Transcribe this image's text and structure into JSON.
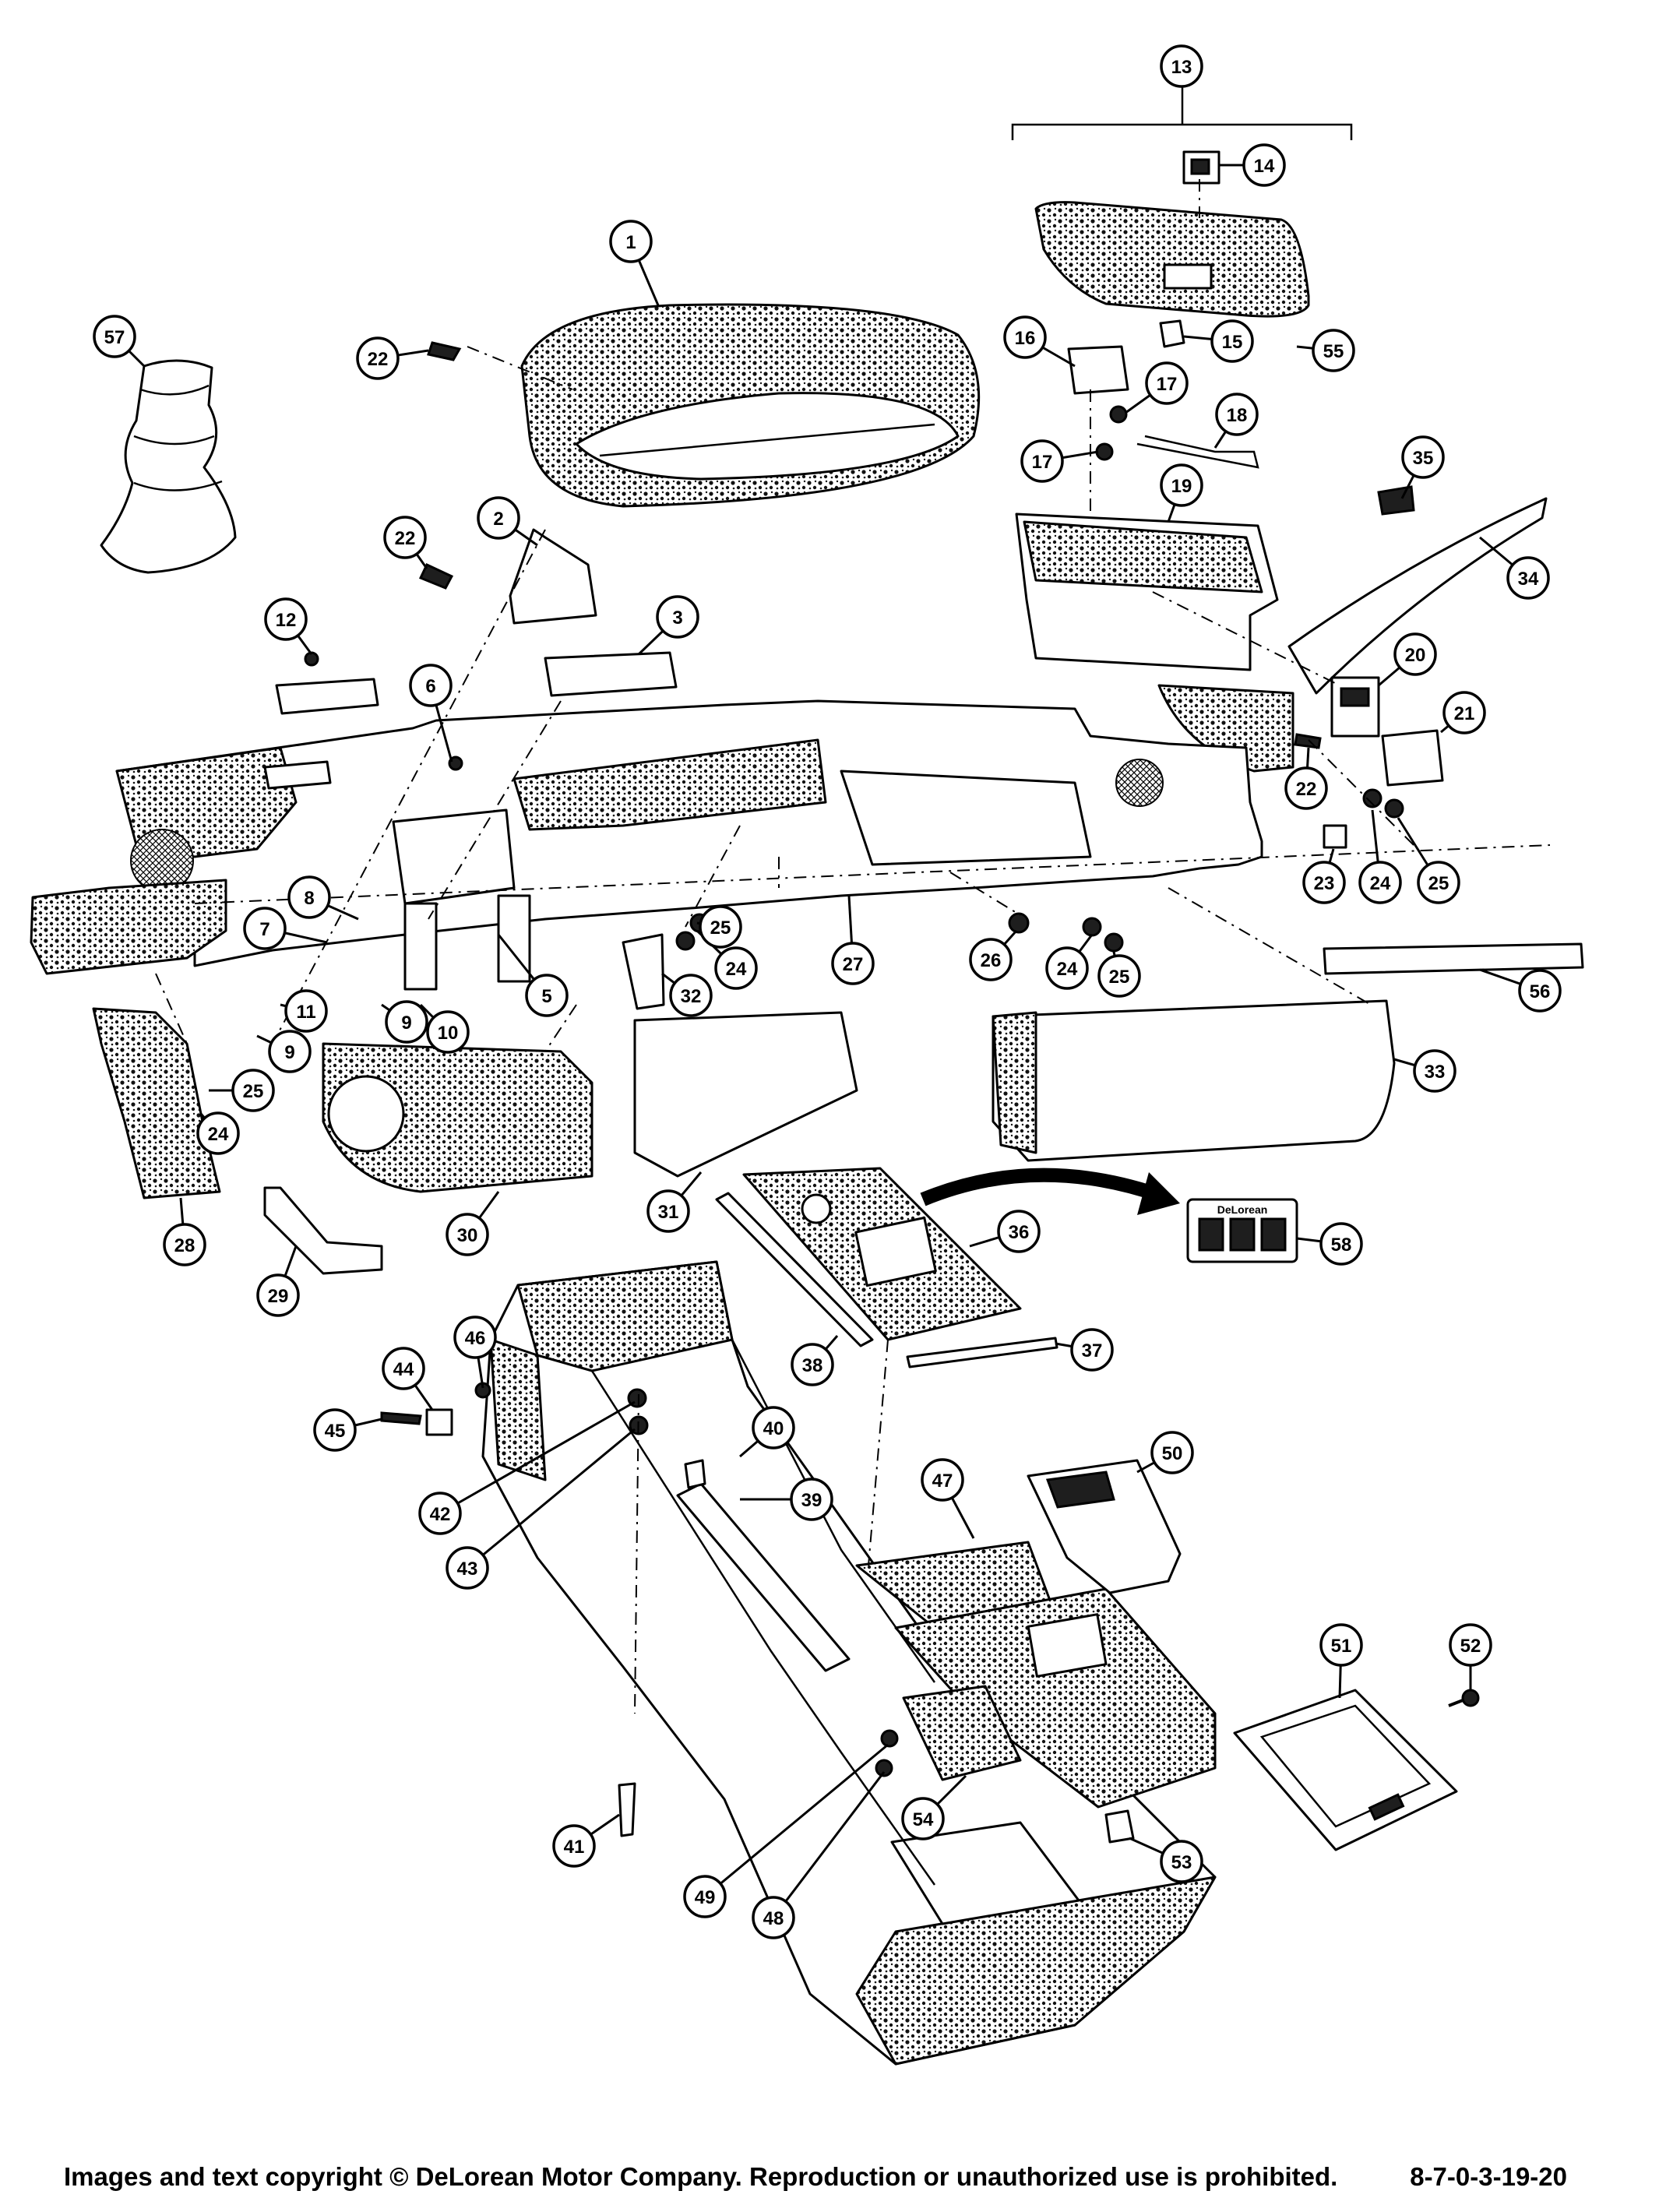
{
  "callouts": [
    {
      "id": "1",
      "label": "1"
    },
    {
      "id": "2",
      "label": "2"
    },
    {
      "id": "3",
      "label": "3"
    },
    {
      "id": "5",
      "label": "5"
    },
    {
      "id": "6",
      "label": "6"
    },
    {
      "id": "7",
      "label": "7"
    },
    {
      "id": "8",
      "label": "8"
    },
    {
      "id": "9a",
      "label": "9"
    },
    {
      "id": "9b",
      "label": "9"
    },
    {
      "id": "10",
      "label": "10"
    },
    {
      "id": "11",
      "label": "11"
    },
    {
      "id": "12",
      "label": "12"
    },
    {
      "id": "13",
      "label": "13"
    },
    {
      "id": "14",
      "label": "14"
    },
    {
      "id": "15",
      "label": "15"
    },
    {
      "id": "16",
      "label": "16"
    },
    {
      "id": "17a",
      "label": "17"
    },
    {
      "id": "17b",
      "label": "17"
    },
    {
      "id": "18",
      "label": "18"
    },
    {
      "id": "19",
      "label": "19"
    },
    {
      "id": "20",
      "label": "20"
    },
    {
      "id": "21",
      "label": "21"
    },
    {
      "id": "22a",
      "label": "22"
    },
    {
      "id": "22b",
      "label": "22"
    },
    {
      "id": "22c",
      "label": "22"
    },
    {
      "id": "23",
      "label": "23"
    },
    {
      "id": "24a",
      "label": "24"
    },
    {
      "id": "24b",
      "label": "24"
    },
    {
      "id": "24c",
      "label": "24"
    },
    {
      "id": "24d",
      "label": "24"
    },
    {
      "id": "25a",
      "label": "25"
    },
    {
      "id": "25b",
      "label": "25"
    },
    {
      "id": "25c",
      "label": "25"
    },
    {
      "id": "25d",
      "label": "25"
    },
    {
      "id": "26",
      "label": "26"
    },
    {
      "id": "27",
      "label": "27"
    },
    {
      "id": "28",
      "label": "28"
    },
    {
      "id": "29",
      "label": "29"
    },
    {
      "id": "30",
      "label": "30"
    },
    {
      "id": "31",
      "label": "31"
    },
    {
      "id": "32",
      "label": "32"
    },
    {
      "id": "33",
      "label": "33"
    },
    {
      "id": "34",
      "label": "34"
    },
    {
      "id": "35",
      "label": "35"
    },
    {
      "id": "36",
      "label": "36"
    },
    {
      "id": "37",
      "label": "37"
    },
    {
      "id": "38",
      "label": "38"
    },
    {
      "id": "39",
      "label": "39"
    },
    {
      "id": "40",
      "label": "40"
    },
    {
      "id": "41",
      "label": "41"
    },
    {
      "id": "42",
      "label": "42"
    },
    {
      "id": "43",
      "label": "43"
    },
    {
      "id": "44",
      "label": "44"
    },
    {
      "id": "45",
      "label": "45"
    },
    {
      "id": "46",
      "label": "46"
    },
    {
      "id": "47",
      "label": "47"
    },
    {
      "id": "48",
      "label": "48"
    },
    {
      "id": "49",
      "label": "49"
    },
    {
      "id": "50",
      "label": "50"
    },
    {
      "id": "51",
      "label": "51"
    },
    {
      "id": "52",
      "label": "52"
    },
    {
      "id": "53",
      "label": "53"
    },
    {
      "id": "54",
      "label": "54"
    },
    {
      "id": "55",
      "label": "55"
    },
    {
      "id": "56",
      "label": "56"
    },
    {
      "id": "57",
      "label": "57"
    },
    {
      "id": "58",
      "label": "58"
    }
  ],
  "badge_text": "DeLorean",
  "footer": {
    "copyright": "Images and text copyright © DeLorean Motor Company. Reproduction or unauthorized use is prohibited.",
    "reference": "8-7-0-3-19-20"
  }
}
